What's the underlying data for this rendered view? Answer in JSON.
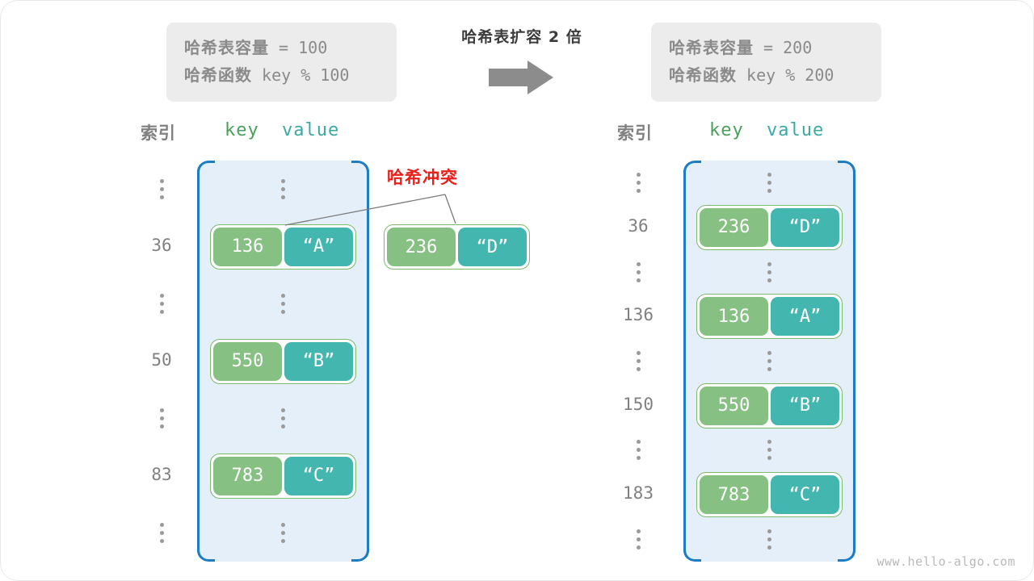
{
  "left_panel": {
    "capacity_line": "哈希表容量 = 100",
    "capacity_cn": "哈希表容量",
    "capacity_code": " = 100",
    "hash_cn": "哈希函数",
    "hash_code": " key % 100",
    "header_index": "索引",
    "header_key": "key",
    "header_value": "value",
    "rows": [
      {
        "index": "⋮",
        "type": "ellipsis"
      },
      {
        "index": "36",
        "key": "136",
        "value": "“A”",
        "type": "pair"
      },
      {
        "index": "⋮",
        "type": "ellipsis"
      },
      {
        "index": "50",
        "key": "550",
        "value": "“B”",
        "type": "pair"
      },
      {
        "index": "⋮",
        "type": "ellipsis"
      },
      {
        "index": "83",
        "key": "783",
        "value": "“C”",
        "type": "pair"
      },
      {
        "index": "⋮",
        "type": "ellipsis"
      }
    ]
  },
  "center": {
    "caption": "哈希表扩容 2 倍",
    "arrow_icon": "right-arrow"
  },
  "right_panel": {
    "capacity_cn": "哈希表容量",
    "capacity_code": " = 200",
    "hash_cn": "哈希函数",
    "hash_code": " key % 200",
    "header_index": "索引",
    "header_key": "key",
    "header_value": "value",
    "rows": [
      {
        "index": "⋮",
        "type": "ellipsis"
      },
      {
        "index": "36",
        "key": "236",
        "value": "“D”",
        "type": "pair"
      },
      {
        "index": "⋮",
        "type": "ellipsis"
      },
      {
        "index": "136",
        "key": "136",
        "value": "“A”",
        "type": "pair"
      },
      {
        "index": "⋮",
        "type": "ellipsis"
      },
      {
        "index": "150",
        "key": "550",
        "value": "“B”",
        "type": "pair"
      },
      {
        "index": "⋮",
        "type": "ellipsis"
      },
      {
        "index": "183",
        "key": "783",
        "value": "“C”",
        "type": "pair"
      },
      {
        "index": "⋮",
        "type": "ellipsis"
      }
    ]
  },
  "collision": {
    "label": "哈希冲突",
    "label_color": "#e8201a",
    "floating_pair": {
      "key": "236",
      "value": "“D”"
    }
  },
  "watermark": "www.hello-algo.com",
  "colors": {
    "table_fill": "#e4effa",
    "table_border": "#1c7cc4",
    "key_fill": "#86c183",
    "value_fill": "#44b6b0",
    "pair_border": "#7db96a",
    "info_fill": "#ececec",
    "text_gray": "#808080",
    "arrow_gray": "#8c8c8c"
  }
}
